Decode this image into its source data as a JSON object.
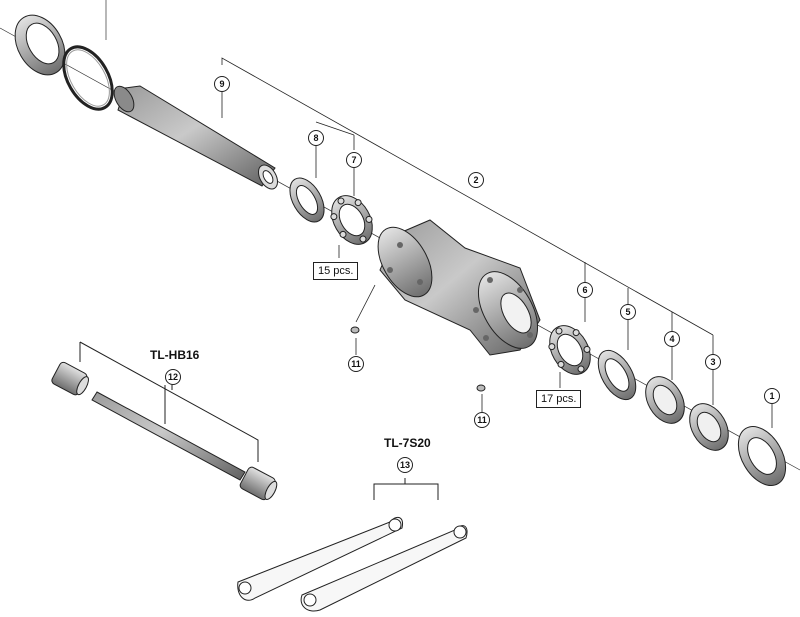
{
  "callouts": [
    {
      "id": "c1",
      "num": "1"
    },
    {
      "id": "c2",
      "num": "2"
    },
    {
      "id": "c3",
      "num": "3"
    },
    {
      "id": "c4",
      "num": "4"
    },
    {
      "id": "c5",
      "num": "5"
    },
    {
      "id": "c6",
      "num": "6"
    },
    {
      "id": "c7",
      "num": "7"
    },
    {
      "id": "c8",
      "num": "8"
    },
    {
      "id": "c9",
      "num": "9"
    },
    {
      "id": "c11a",
      "num": "11"
    },
    {
      "id": "c11b",
      "num": "11"
    },
    {
      "id": "c12",
      "num": "12"
    },
    {
      "id": "c13",
      "num": "13"
    }
  ],
  "quantities": {
    "left_bearing": "15 pcs.",
    "right_bearing": "17 pcs."
  },
  "tools": {
    "axle_tool": "TL-HB16",
    "wrench_tool": "TL-7S20"
  },
  "colors": {
    "part_fill": "#b5b5b5",
    "part_dark": "#7a7a7a",
    "part_light": "#dcdcdc",
    "line": "#222222"
  }
}
